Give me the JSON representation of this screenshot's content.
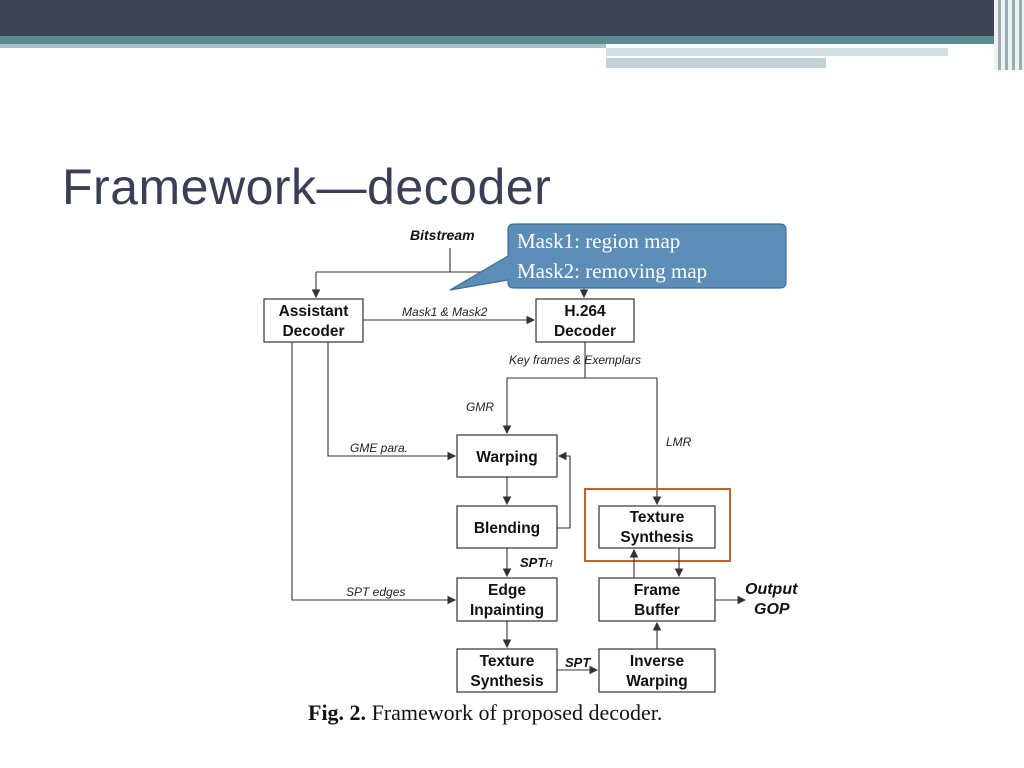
{
  "slide": {
    "title": "Framework—decoder"
  },
  "callout": {
    "line1": "Mask1: region map",
    "line2": "Mask2: removing map",
    "fill": "#5b8db6"
  },
  "diagram": {
    "input": "Bitstream",
    "boxes": {
      "assistant_decoder": [
        "Assistant",
        "Decoder"
      ],
      "h264_decoder": [
        "H.264",
        "Decoder"
      ],
      "warping": [
        "Warping"
      ],
      "blending": [
        "Blending"
      ],
      "edge_inpainting": [
        "Edge",
        "Inpainting"
      ],
      "texture_synthesis_left": [
        "Texture",
        "Synthesis"
      ],
      "texture_synthesis_right": [
        "Texture",
        "Synthesis"
      ],
      "frame_buffer": [
        "Frame",
        "Buffer"
      ],
      "inverse_warping": [
        "Inverse",
        "Warping"
      ]
    },
    "edge_labels": {
      "mask": "Mask1 & Mask2",
      "key_frames": "Key frames & Exemplars",
      "gmr": "GMR",
      "lmr": "LMR",
      "gme": "GME para.",
      "spt_h": "SPT",
      "spt_h_sub": "H",
      "spt_edges": "SPT edges",
      "spt": "SPT"
    },
    "output": [
      "Output",
      "GOP"
    ],
    "highlight_color": "#c0622b"
  },
  "caption": {
    "prefix": "Fig. 2.",
    "text": " Framework of proposed decoder."
  }
}
